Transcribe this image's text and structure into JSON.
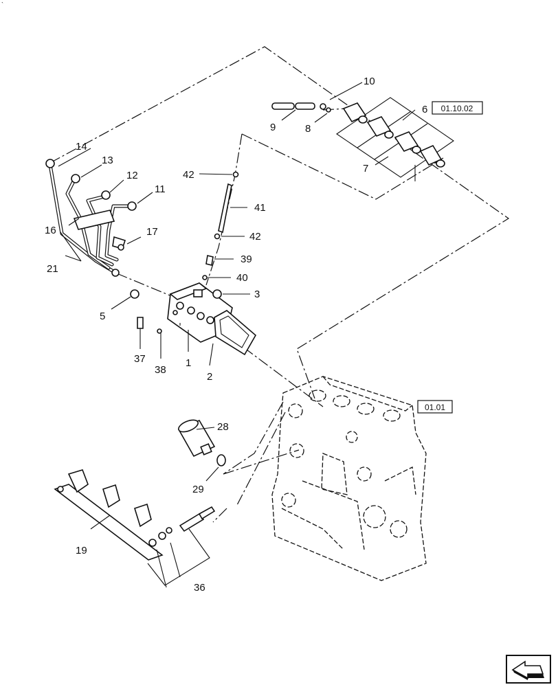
{
  "corner_mark": "`",
  "labels": {
    "l1": "1",
    "l2": "2",
    "l3": "3",
    "l5": "5",
    "l6": "6",
    "l7": "7",
    "l8": "8",
    "l9": "9",
    "l10": "10",
    "l11": "11",
    "l12": "12",
    "l13": "13",
    "l14": "14",
    "l16": "16",
    "l17": "17",
    "l19": "19",
    "l21": "21",
    "l28": "28",
    "l29": "29",
    "l36": "36",
    "l37": "37",
    "l38": "38",
    "l39": "39",
    "l40": "40",
    "l41": "41",
    "l42a": "42",
    "l42b": "42"
  },
  "references": {
    "injector_ref": "01.10.02",
    "engine_ref": "01.01"
  },
  "navigation": {
    "icon": "next-page-arrow-icon"
  }
}
